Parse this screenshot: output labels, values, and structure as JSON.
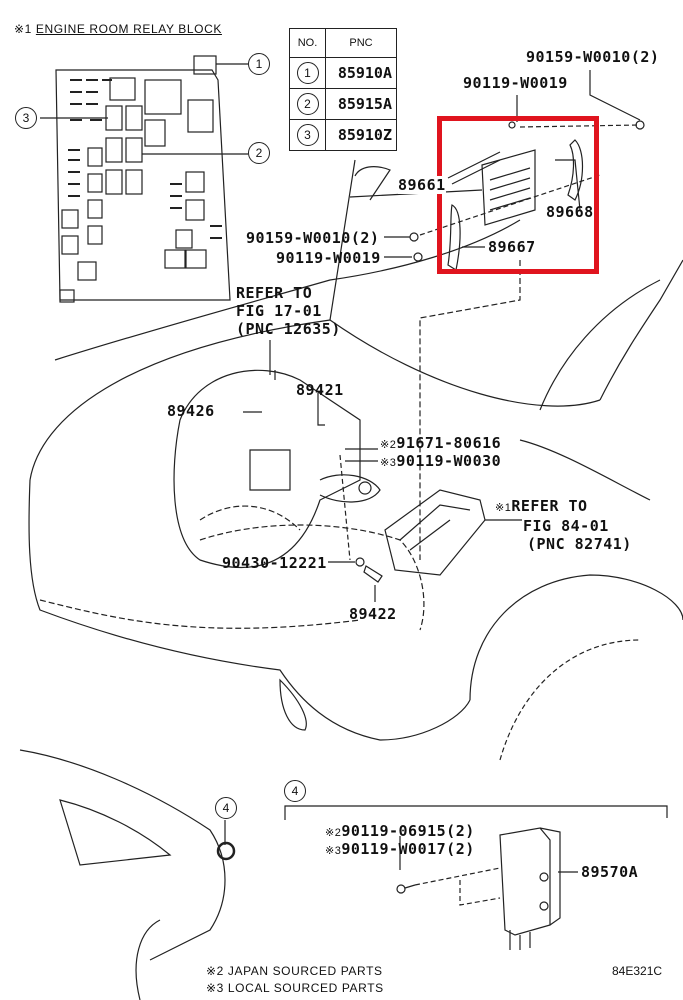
{
  "relay_block": {
    "note_mark": "※1",
    "title": "ENGINE ROOM RELAY BLOCK"
  },
  "pnc_table": {
    "headers": [
      "NO.",
      "PNC"
    ],
    "rows": [
      {
        "no": "1",
        "pnc": "85910A"
      },
      {
        "no": "2",
        "pnc": "85915A"
      },
      {
        "no": "3",
        "pnc": "85910Z"
      }
    ]
  },
  "callouts": {
    "c1": "1",
    "c2": "2",
    "c3": "3",
    "c4a": "4",
    "c4b": "4"
  },
  "parts": {
    "p90159_top": "90159-W0010(2)",
    "p90119_top": "90119-W0019",
    "p89661": "89661",
    "p89668": "89668",
    "p89667": "89667",
    "p90159_left": "90159-W0010(2)",
    "p90119_left": "90119-W0019",
    "refer_17_1": "REFER TO",
    "refer_17_2": "FIG 17-01",
    "refer_17_3": "(PNC 12635)",
    "p89421": "89421",
    "p89426": "89426",
    "p91671_mark": "※2",
    "p91671": "91671-80616",
    "p90119_w0030_mark": "※3",
    "p90119_w0030": "90119-W0030",
    "refer_84_mark": "※1",
    "refer_84_1": "REFER TO",
    "refer_84_2": "FIG 84-01",
    "refer_84_3": "(PNC 82741)",
    "p90430": "90430-12221",
    "p89422": "89422",
    "p90119_06915_mark": "※2",
    "p90119_06915": "90119-06915(2)",
    "p90119_w0017_mark": "※3",
    "p90119_w0017": "90119-W0017(2)",
    "p89570A": "89570A"
  },
  "footnotes": [
    "※2 JAPAN SOURCED PARTS",
    "※3 LOCAL SOURCED PARTS"
  ],
  "figure_code": "84E321C",
  "highlight_color": "#e0141e"
}
